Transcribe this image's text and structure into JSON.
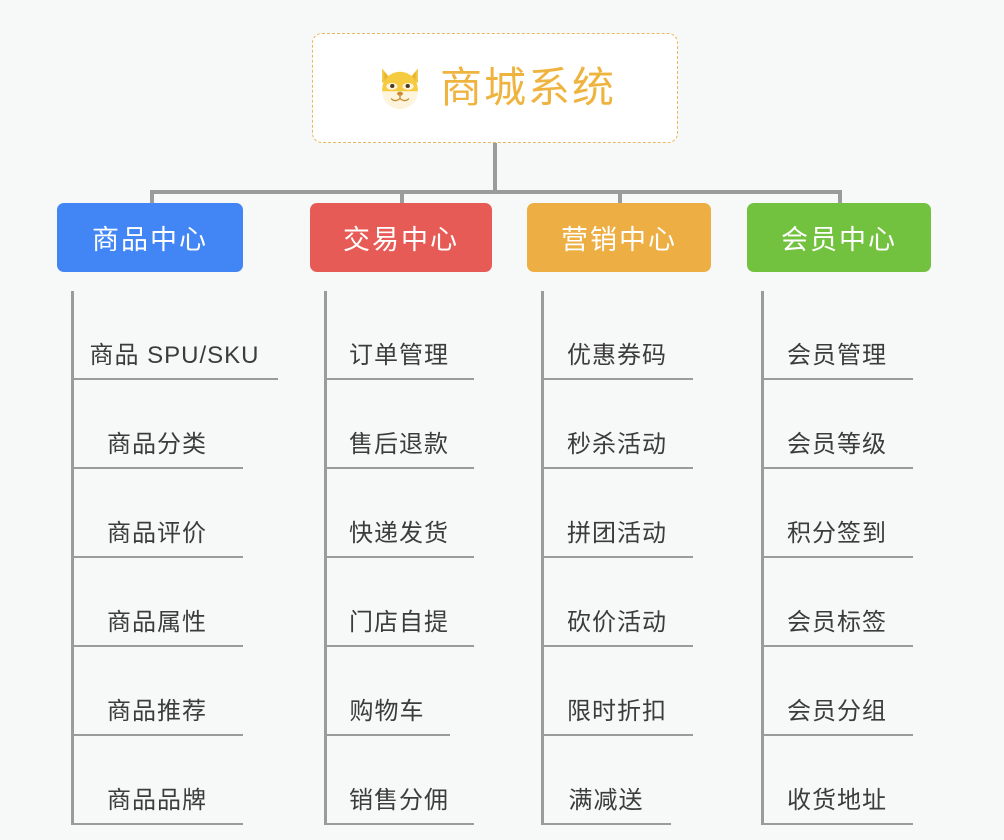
{
  "root": {
    "title": "商城系统",
    "icon": "shiba-dog-emoji",
    "border_color": "#e8b860",
    "text_color": "#efb440"
  },
  "connector_color": "#9b9b9b",
  "background_color": "#f7f8f8",
  "columns": [
    {
      "id": "product-center",
      "label": "商品中心",
      "color": "#4285f4",
      "items": [
        {
          "label": "商品 SPU/SKU",
          "wide": true
        },
        {
          "label": "商品分类"
        },
        {
          "label": "商品评价"
        },
        {
          "label": "商品属性"
        },
        {
          "label": "商品推荐"
        },
        {
          "label": "商品品牌"
        }
      ]
    },
    {
      "id": "trade-center",
      "label": "交易中心",
      "color": "#e75b57",
      "items": [
        {
          "label": "订单管理"
        },
        {
          "label": "售后退款"
        },
        {
          "label": "快递发货"
        },
        {
          "label": "门店自提"
        },
        {
          "label": "购物车",
          "narrow": true
        },
        {
          "label": "销售分佣"
        }
      ]
    },
    {
      "id": "marketing-center",
      "label": "营销中心",
      "color": "#edae44",
      "items": [
        {
          "label": "优惠券码"
        },
        {
          "label": "秒杀活动"
        },
        {
          "label": "拼团活动"
        },
        {
          "label": "砍价活动"
        },
        {
          "label": "限时折扣"
        },
        {
          "label": "满减送",
          "narrow": true
        }
      ]
    },
    {
      "id": "member-center",
      "label": "会员中心",
      "color": "#73c23f",
      "items": [
        {
          "label": "会员管理"
        },
        {
          "label": "会员等级"
        },
        {
          "label": "积分签到"
        },
        {
          "label": "会员标签"
        },
        {
          "label": "会员分组"
        },
        {
          "label": "收货地址"
        }
      ]
    }
  ]
}
